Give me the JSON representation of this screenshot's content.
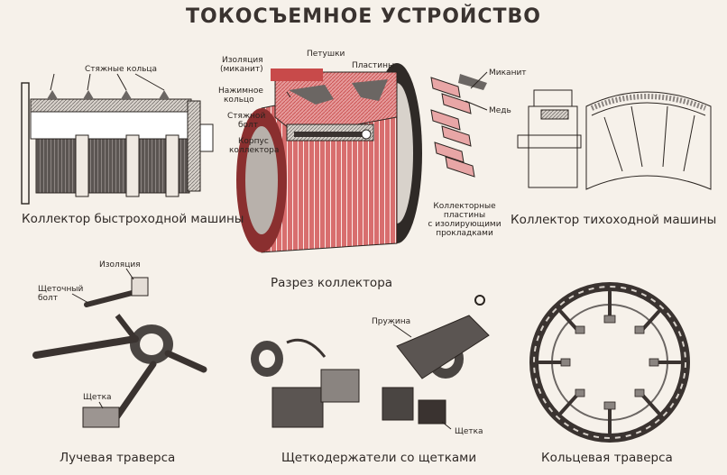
{
  "title": "ТОКОСЪЕМНОЕ УСТРОЙСТВО",
  "captions": {
    "fast_collector": "Коллектор быстроходной машины",
    "collector_section": "Разрез коллектора",
    "slow_collector": "Коллектор тихоходной машины",
    "radial_traverse": "Лучевая траверса",
    "brush_holders": "Щеткодержатели со щетками",
    "ring_traverse": "Кольцевая траверса"
  },
  "labels": {
    "clamp_rings": "Стяжные кольца",
    "insulation_l1": "Изоляция",
    "insulation_l2": "(миканит)",
    "cocks": "Петушки",
    "plates": "Пластины",
    "pressure_ring_l1": "Нажимное",
    "pressure_ring_l2": "кольцо",
    "clamp_bolt_l1": "Стяжной",
    "clamp_bolt_l2": "болт",
    "body_l1": "Корпус",
    "body_l2": "коллектора",
    "micanite": "Миканит",
    "copper": "Медь",
    "coll_plates_l1": "Коллекторные",
    "coll_plates_l2": "пластины",
    "coll_plates_l3": "с изолирующими",
    "coll_plates_l4": "прокладками",
    "insulation_trav": "Изоляция",
    "brush_bolt_l1": "Щеточный",
    "brush_bolt_l2": "болт",
    "brush": "Щетка",
    "spring": "Пружина",
    "brush2": "Щетка"
  },
  "colors": {
    "background": "#f6f1ea",
    "ink": "#2a2420",
    "copper_red": "#c84a4a",
    "pink": "#e8a6a6",
    "steel": "#6b6663",
    "steel_light": "#b9b3ae"
  }
}
